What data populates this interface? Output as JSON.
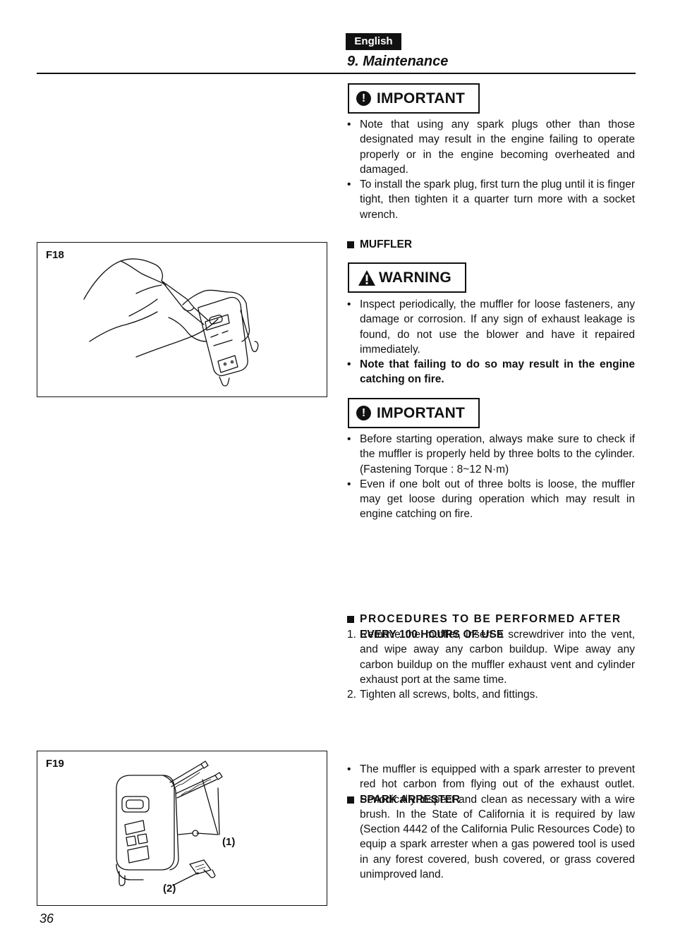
{
  "header": {
    "language": "English",
    "section_title": "9. Maintenance"
  },
  "callouts": {
    "important_1": "IMPORTANT",
    "warning": "WARNING",
    "important_2": "IMPORTANT"
  },
  "important_1_items": [
    "Note that using any spark plugs other than those designated may result in the engine failing to operate properly or in the engine becoming overheated and damaged.",
    "To install the spark plug, first turn the plug until it is finger tight, then tighten it a quarter turn more with a socket wrench."
  ],
  "muffler": {
    "heading": "MUFFLER",
    "warning_items": [
      "Inspect periodically, the muffler for loose fasteners, any damage or corrosion. If any sign of exhaust leakage is found, do not use the blower and have it repaired immediately.",
      "Note that failing to do so may result in the engine catching on fire."
    ],
    "important_items": [
      "Before starting operation, always make sure to check if the muffler is properly held by three bolts to the cylinder. (Fastening Torque : 8~12 N·m)",
      "Even if one bolt out of three bolts is loose, the muffler may get loose during operation which may result in engine catching on fire."
    ]
  },
  "procedures": {
    "heading_line1": "PROCEDURES TO BE PERFORMED AFTER",
    "heading_line2": "EVERY 100 HOURS OF USE",
    "steps": [
      {
        "num": "1.",
        "text": "Remove the muffler, insert a screwdriver into the vent, and wipe away any carbon buildup. Wipe away any carbon buildup on the muffler exhaust vent and cylinder exhaust port at the same time."
      },
      {
        "num": "2.",
        "text": "Tighten all screws, bolts, and fittings."
      }
    ]
  },
  "spark_arrester": {
    "heading": "SPARK ARRESTER",
    "text": "The muffler is equipped with a spark arrester to prevent red hot carbon from flying out of the exhaust outlet. Periodically inspect and clean as necessary with a wire brush. In the State of California it is required by law (Section 4442 of the California Pulic Resources Code) to equip a spark arrester when a gas powered tool is used in any forest covered, bush covered, or grass covered unimproved land."
  },
  "figures": {
    "f18_label": "F18",
    "f19_label": "F19",
    "f19_callout_1": "(1)",
    "f19_callout_2": "(2)"
  },
  "icons": {
    "important": "exclamation-circle-icon",
    "warning": "warning-triangle-icon",
    "bullet": "•",
    "heading_marker": "square-bullet-icon"
  },
  "page_number": "36"
}
